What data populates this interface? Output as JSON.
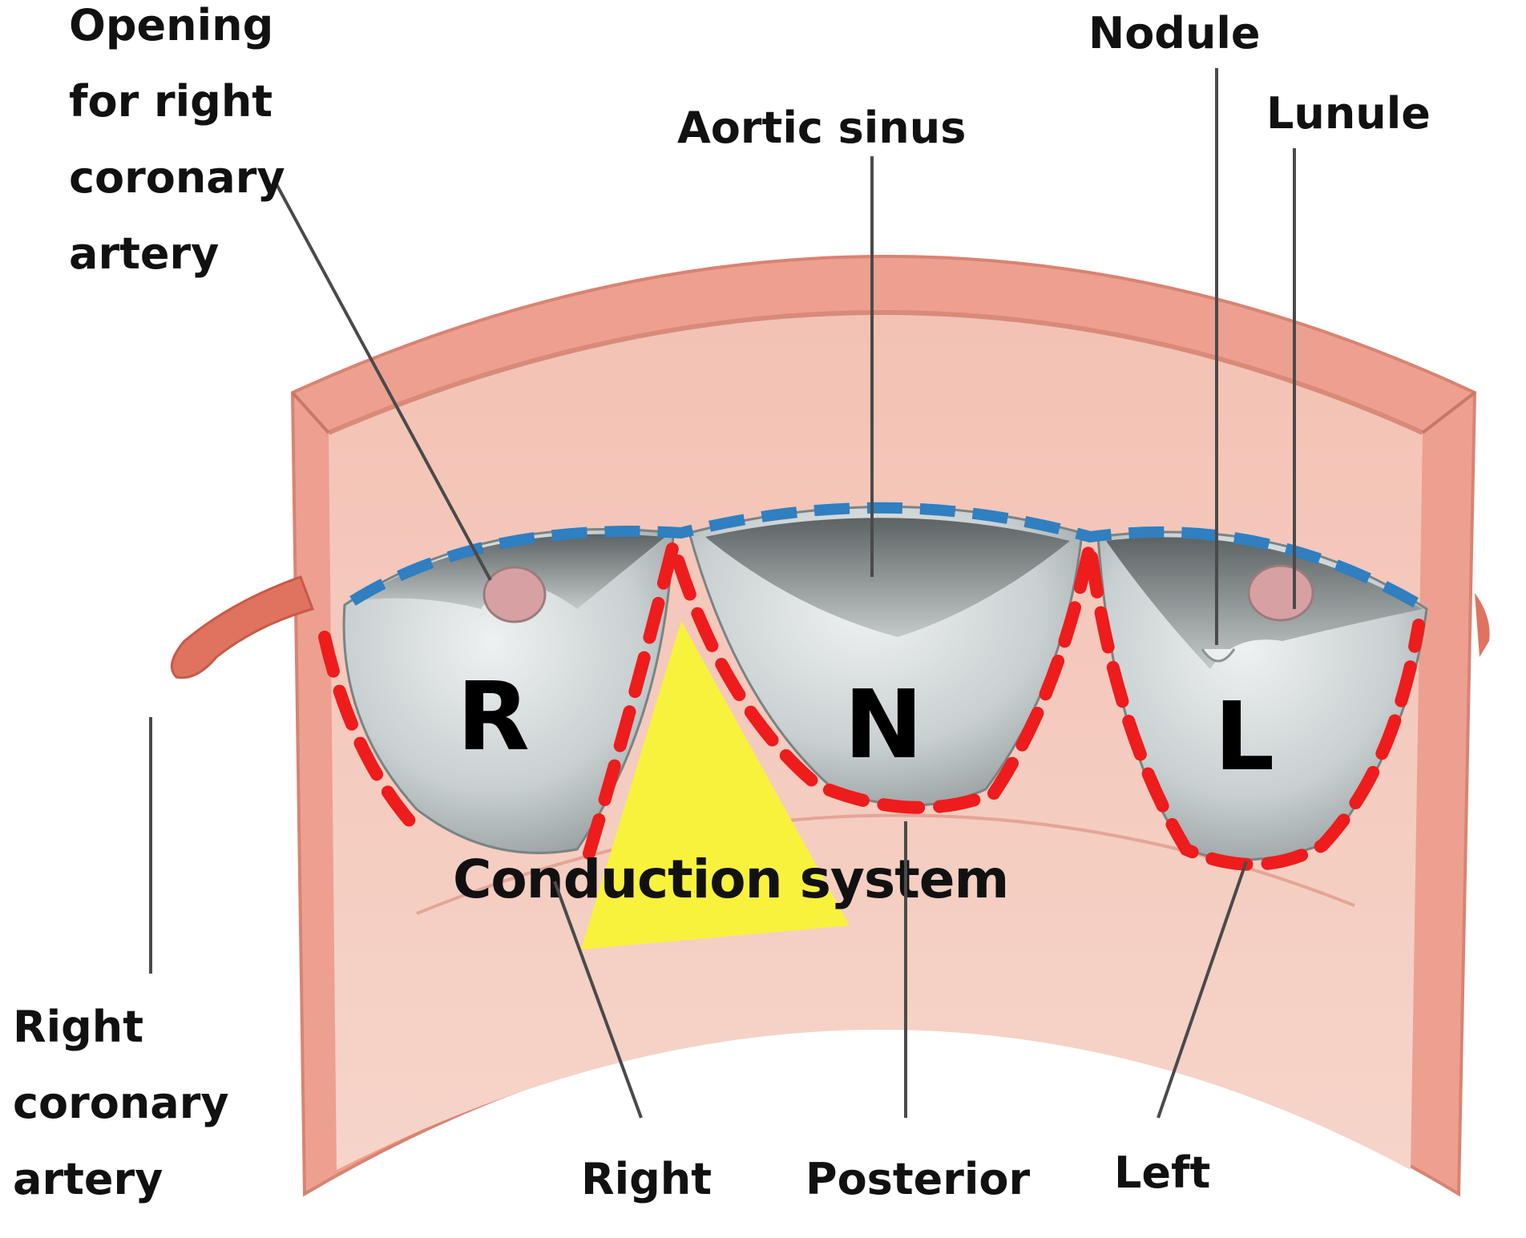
{
  "labels": {
    "opening_line1": "Opening",
    "opening_line2": "for right",
    "opening_line3": "coronary",
    "opening_line4": "artery",
    "aortic_sinus": "Aortic sinus",
    "nodule": "Nodule",
    "lunule": "Lunule",
    "rca_line1": "Right",
    "rca_line2": "coronary",
    "rca_line3": "artery",
    "right": "Right",
    "posterior": "Posterior",
    "left": "Left",
    "conduction": "Conduction system"
  },
  "cusps": {
    "R": "R",
    "N": "N",
    "L": "L"
  },
  "colors": {
    "wall": "#f1b7a8",
    "wall_dark": "#e58f7c",
    "cusp": "#d5dbdb",
    "blue_dashes": "#2f7fc1",
    "red_dashes": "#ee1c1c",
    "conduction": "#f8f23c"
  }
}
